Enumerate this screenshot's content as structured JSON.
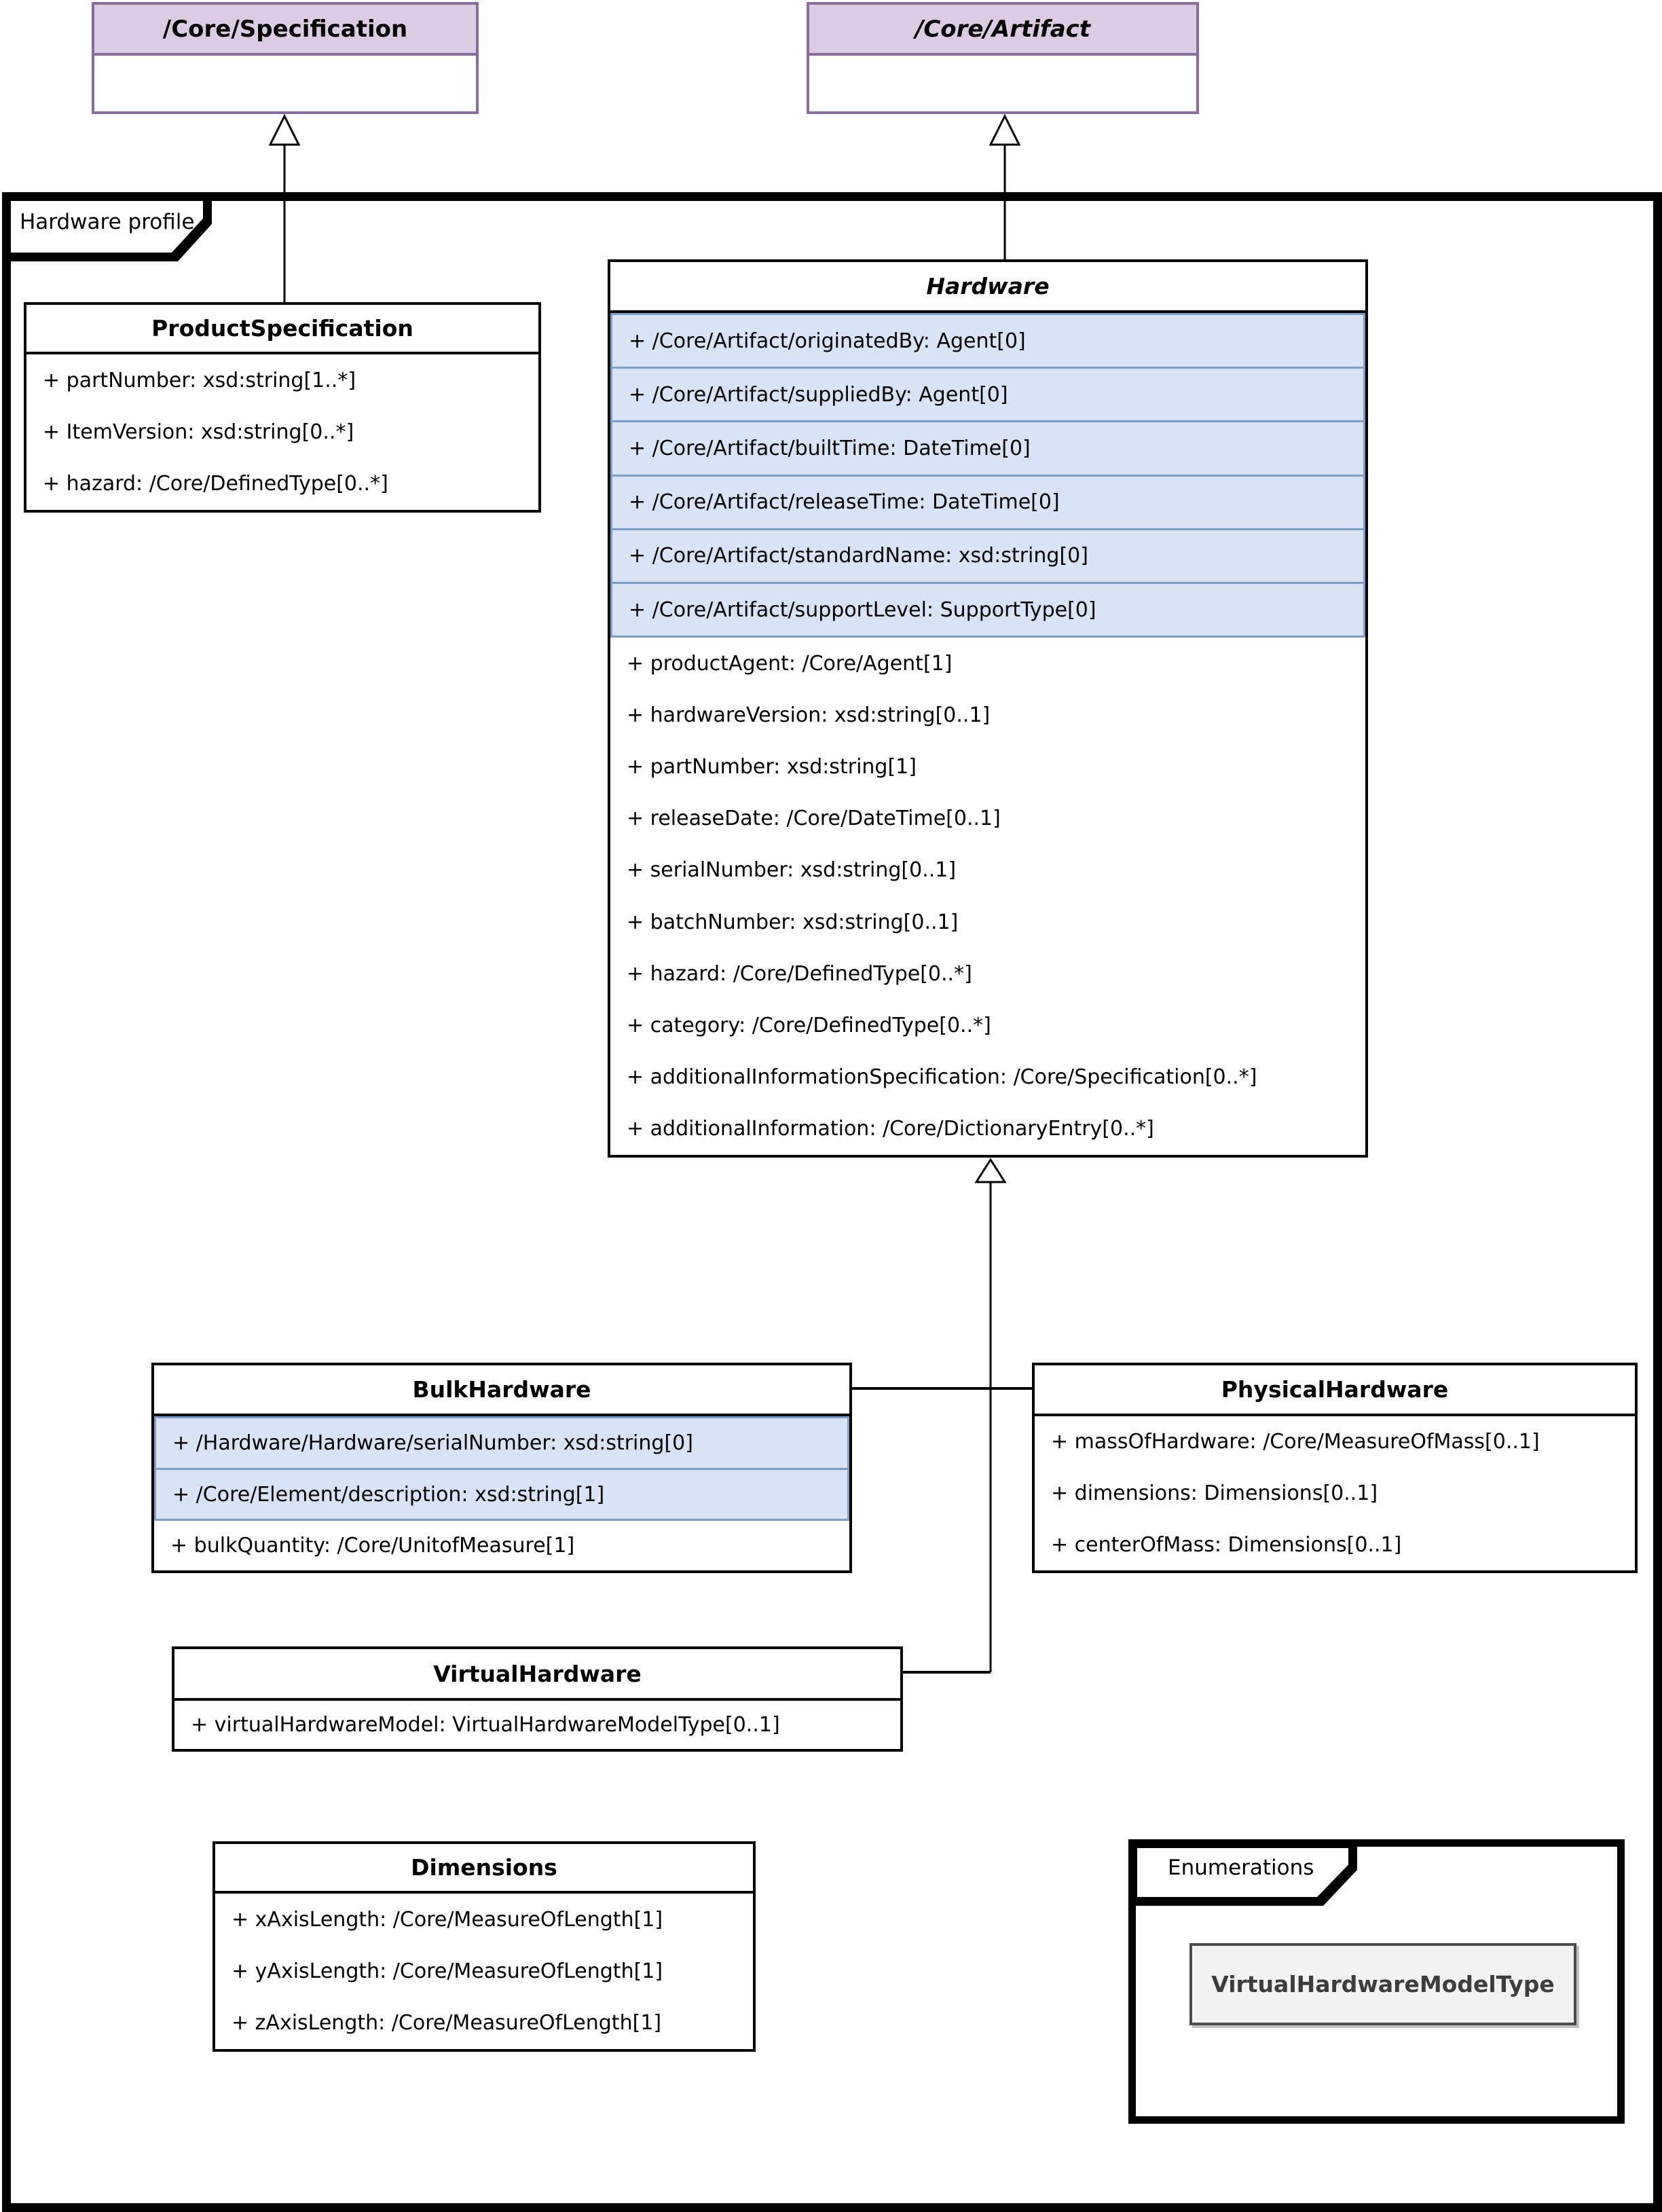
{
  "diagram": {
    "frame_label": "Hardware profile",
    "enum_frame_label": "Enumerations",
    "enum_element_label": "VirtualHardwareModelType"
  },
  "colors": {
    "external_class_header_fill": "#dbcbe3",
    "external_class_border": "#8a6b9d",
    "inherited_attribute_fill": "#d8e4f6",
    "inherited_attribute_border": "#7b9fc9",
    "frame_border": "#000000",
    "enum_element_fill": "#f2f2f2",
    "enum_element_border": "#4a4a4a"
  },
  "classes": {
    "core_specification": {
      "title": "/Core/Specification",
      "abstract": false,
      "attributes": []
    },
    "core_artifact": {
      "title": "/Core/Artifact",
      "abstract": true,
      "attributes": []
    },
    "product_specification": {
      "title": "ProductSpecification",
      "abstract": false,
      "attributes": [
        {
          "text": "+ partNumber: xsd:string[1..*]",
          "inherited": false
        },
        {
          "text": "+ ItemVersion: xsd:string[0..*]",
          "inherited": false
        },
        {
          "text": "+ hazard: /Core/DefinedType[0..*]",
          "inherited": false
        }
      ]
    },
    "hardware": {
      "title": "Hardware",
      "abstract": true,
      "attributes": [
        {
          "text": "+ /Core/Artifact/originatedBy: Agent[0]",
          "inherited": true
        },
        {
          "text": "+ /Core/Artifact/suppliedBy: Agent[0]",
          "inherited": true
        },
        {
          "text": "+ /Core/Artifact/builtTime: DateTime[0]",
          "inherited": true
        },
        {
          "text": "+ /Core/Artifact/releaseTime: DateTime[0]",
          "inherited": true
        },
        {
          "text": "+ /Core/Artifact/standardName: xsd:string[0]",
          "inherited": true
        },
        {
          "text": "+ /Core/Artifact/supportLevel: SupportType[0]",
          "inherited": true
        },
        {
          "text": "+ productAgent: /Core/Agent[1]",
          "inherited": false
        },
        {
          "text": "+ hardwareVersion: xsd:string[0..1]",
          "inherited": false
        },
        {
          "text": "+ partNumber: xsd:string[1]",
          "inherited": false
        },
        {
          "text": "+ releaseDate: /Core/DateTime[0..1]",
          "inherited": false
        },
        {
          "text": "+ serialNumber: xsd:string[0..1]",
          "inherited": false
        },
        {
          "text": "+ batchNumber: xsd:string[0..1]",
          "inherited": false
        },
        {
          "text": "+ hazard: /Core/DefinedType[0..*]",
          "inherited": false
        },
        {
          "text": "+ category: /Core/DefinedType[0..*]",
          "inherited": false
        },
        {
          "text": "+ additionalInformationSpecification: /Core/Specification[0..*]",
          "inherited": false
        },
        {
          "text": "+ additionalInformation: /Core/DictionaryEntry[0..*]",
          "inherited": false
        }
      ]
    },
    "bulk_hardware": {
      "title": "BulkHardware",
      "abstract": false,
      "attributes": [
        {
          "text": "+ /Hardware/Hardware/serialNumber: xsd:string[0]",
          "inherited": true
        },
        {
          "text": "+ /Core/Element/description: xsd:string[1]",
          "inherited": true
        },
        {
          "text": "+ bulkQuantity: /Core/UnitofMeasure[1]",
          "inherited": false
        }
      ]
    },
    "physical_hardware": {
      "title": "PhysicalHardware",
      "abstract": false,
      "attributes": [
        {
          "text": "+ massOfHardware: /Core/MeasureOfMass[0..1]",
          "inherited": false
        },
        {
          "text": "+ dimensions: Dimensions[0..1]",
          "inherited": false
        },
        {
          "text": "+ centerOfMass: Dimensions[0..1]",
          "inherited": false
        }
      ]
    },
    "virtual_hardware": {
      "title": "VirtualHardware",
      "abstract": false,
      "attributes": [
        {
          "text": "+ virtualHardwareModel: VirtualHardwareModelType[0..1]",
          "inherited": false
        }
      ]
    },
    "dimensions": {
      "title": "Dimensions",
      "abstract": false,
      "attributes": [
        {
          "text": "+ xAxisLength: /Core/MeasureOfLength[1]",
          "inherited": false
        },
        {
          "text": "+ yAxisLength: /Core/MeasureOfLength[1]",
          "inherited": false
        },
        {
          "text": "+ zAxisLength: /Core/MeasureOfLength[1]",
          "inherited": false
        }
      ]
    }
  }
}
